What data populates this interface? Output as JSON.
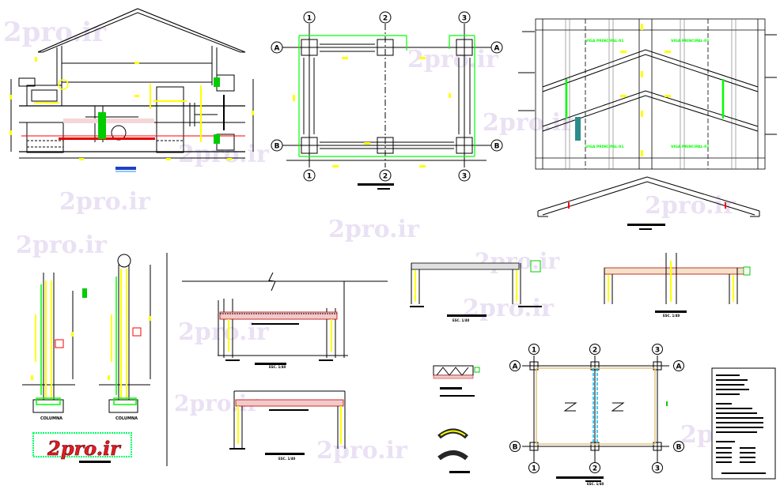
{
  "watermark": {
    "text": "2pro.ir",
    "color": "#e6dcf2"
  },
  "logo": {
    "text": "2pro.ir",
    "text_color": "#e41b23",
    "box_color": "#00ff66"
  },
  "grid_plan": {
    "columns": [
      "1",
      "2",
      "3"
    ],
    "rows": [
      "A",
      "B"
    ]
  },
  "grid_plan_small": {
    "columns": [
      "1",
      "2",
      "3"
    ],
    "rows": [
      "A",
      "B"
    ]
  },
  "roof_plan": {
    "labels": [
      "VIGA PRINCIPAL-01",
      "VIGA PRINCIPAL-01",
      "VIGA PRINCIPAL-01",
      "VIGA PRINCIPAL-01"
    ]
  },
  "columns_detail": {
    "labels": [
      "COLUMNA",
      "COLUMNA"
    ]
  },
  "scale_labels": [
    "ESC. 1/40",
    "ESC. 1/40",
    "ESC. 1/40",
    "ESC. 1/40",
    "ESC. 1/40"
  ],
  "colors": {
    "line": "#000000",
    "yellow": "#ffff00",
    "green": "#00ff00",
    "red": "#ff0000",
    "blue": "#0000ff",
    "cyan": "#00bfff"
  }
}
